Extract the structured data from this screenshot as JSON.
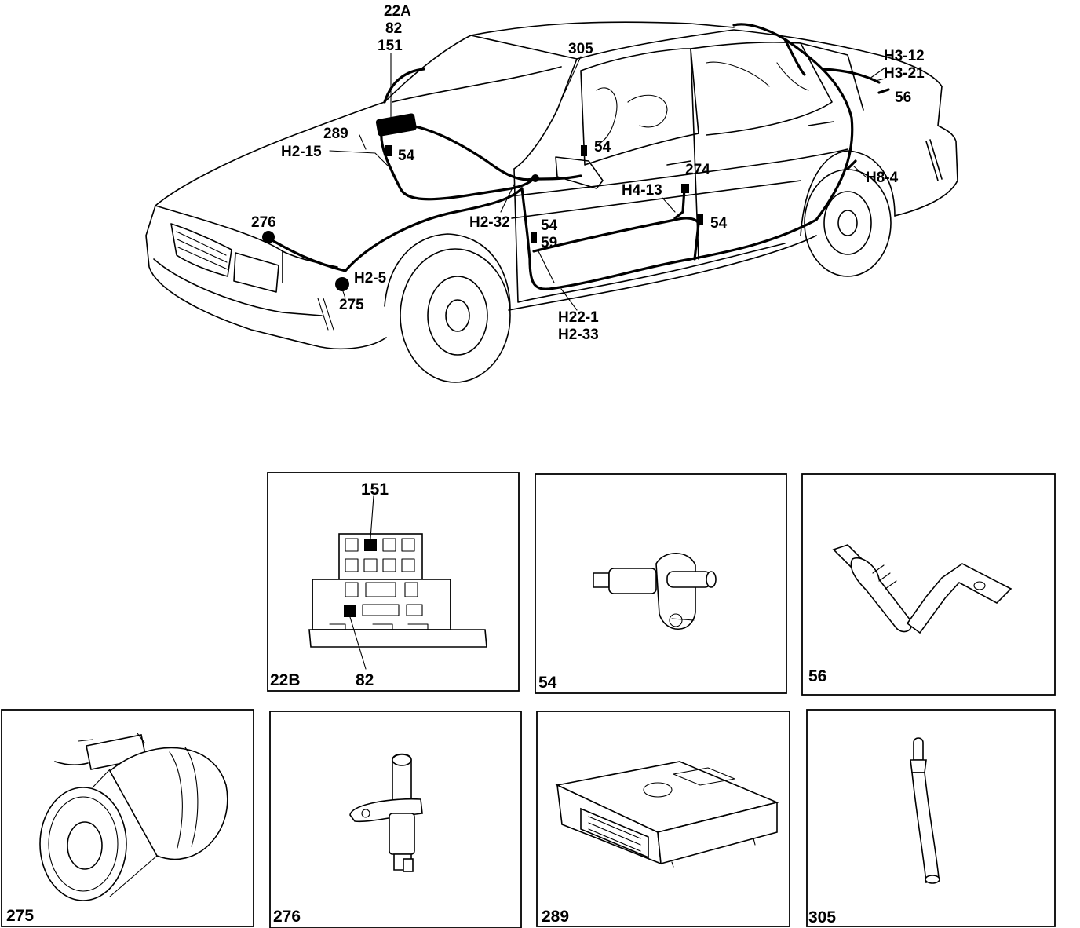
{
  "callouts": {
    "c22a": "22A",
    "c82": "82",
    "c151": "151",
    "c305": "305",
    "c289": "289",
    "h215": "H2-15",
    "c54a": "54",
    "c54b": "54",
    "c274": "274",
    "h413": "H4-13",
    "h232": "H2-32",
    "c54c": "54",
    "c59": "59",
    "c54d": "54",
    "c276": "276",
    "h25": "H2-5",
    "c275": "275",
    "h221": "H22-1",
    "h233": "H2-33",
    "h312": "H3-12",
    "h321": "H3-21",
    "c56": "56",
    "h84": "H8-4"
  },
  "panels": {
    "p22b": {
      "label": "22B",
      "top": "151",
      "bottom": "82"
    },
    "p54": {
      "label": "54"
    },
    "p56": {
      "label": "56"
    },
    "p275": {
      "label": "275"
    },
    "p276": {
      "label": "276"
    },
    "p289": {
      "label": "289"
    },
    "p305": {
      "label": "305"
    }
  }
}
